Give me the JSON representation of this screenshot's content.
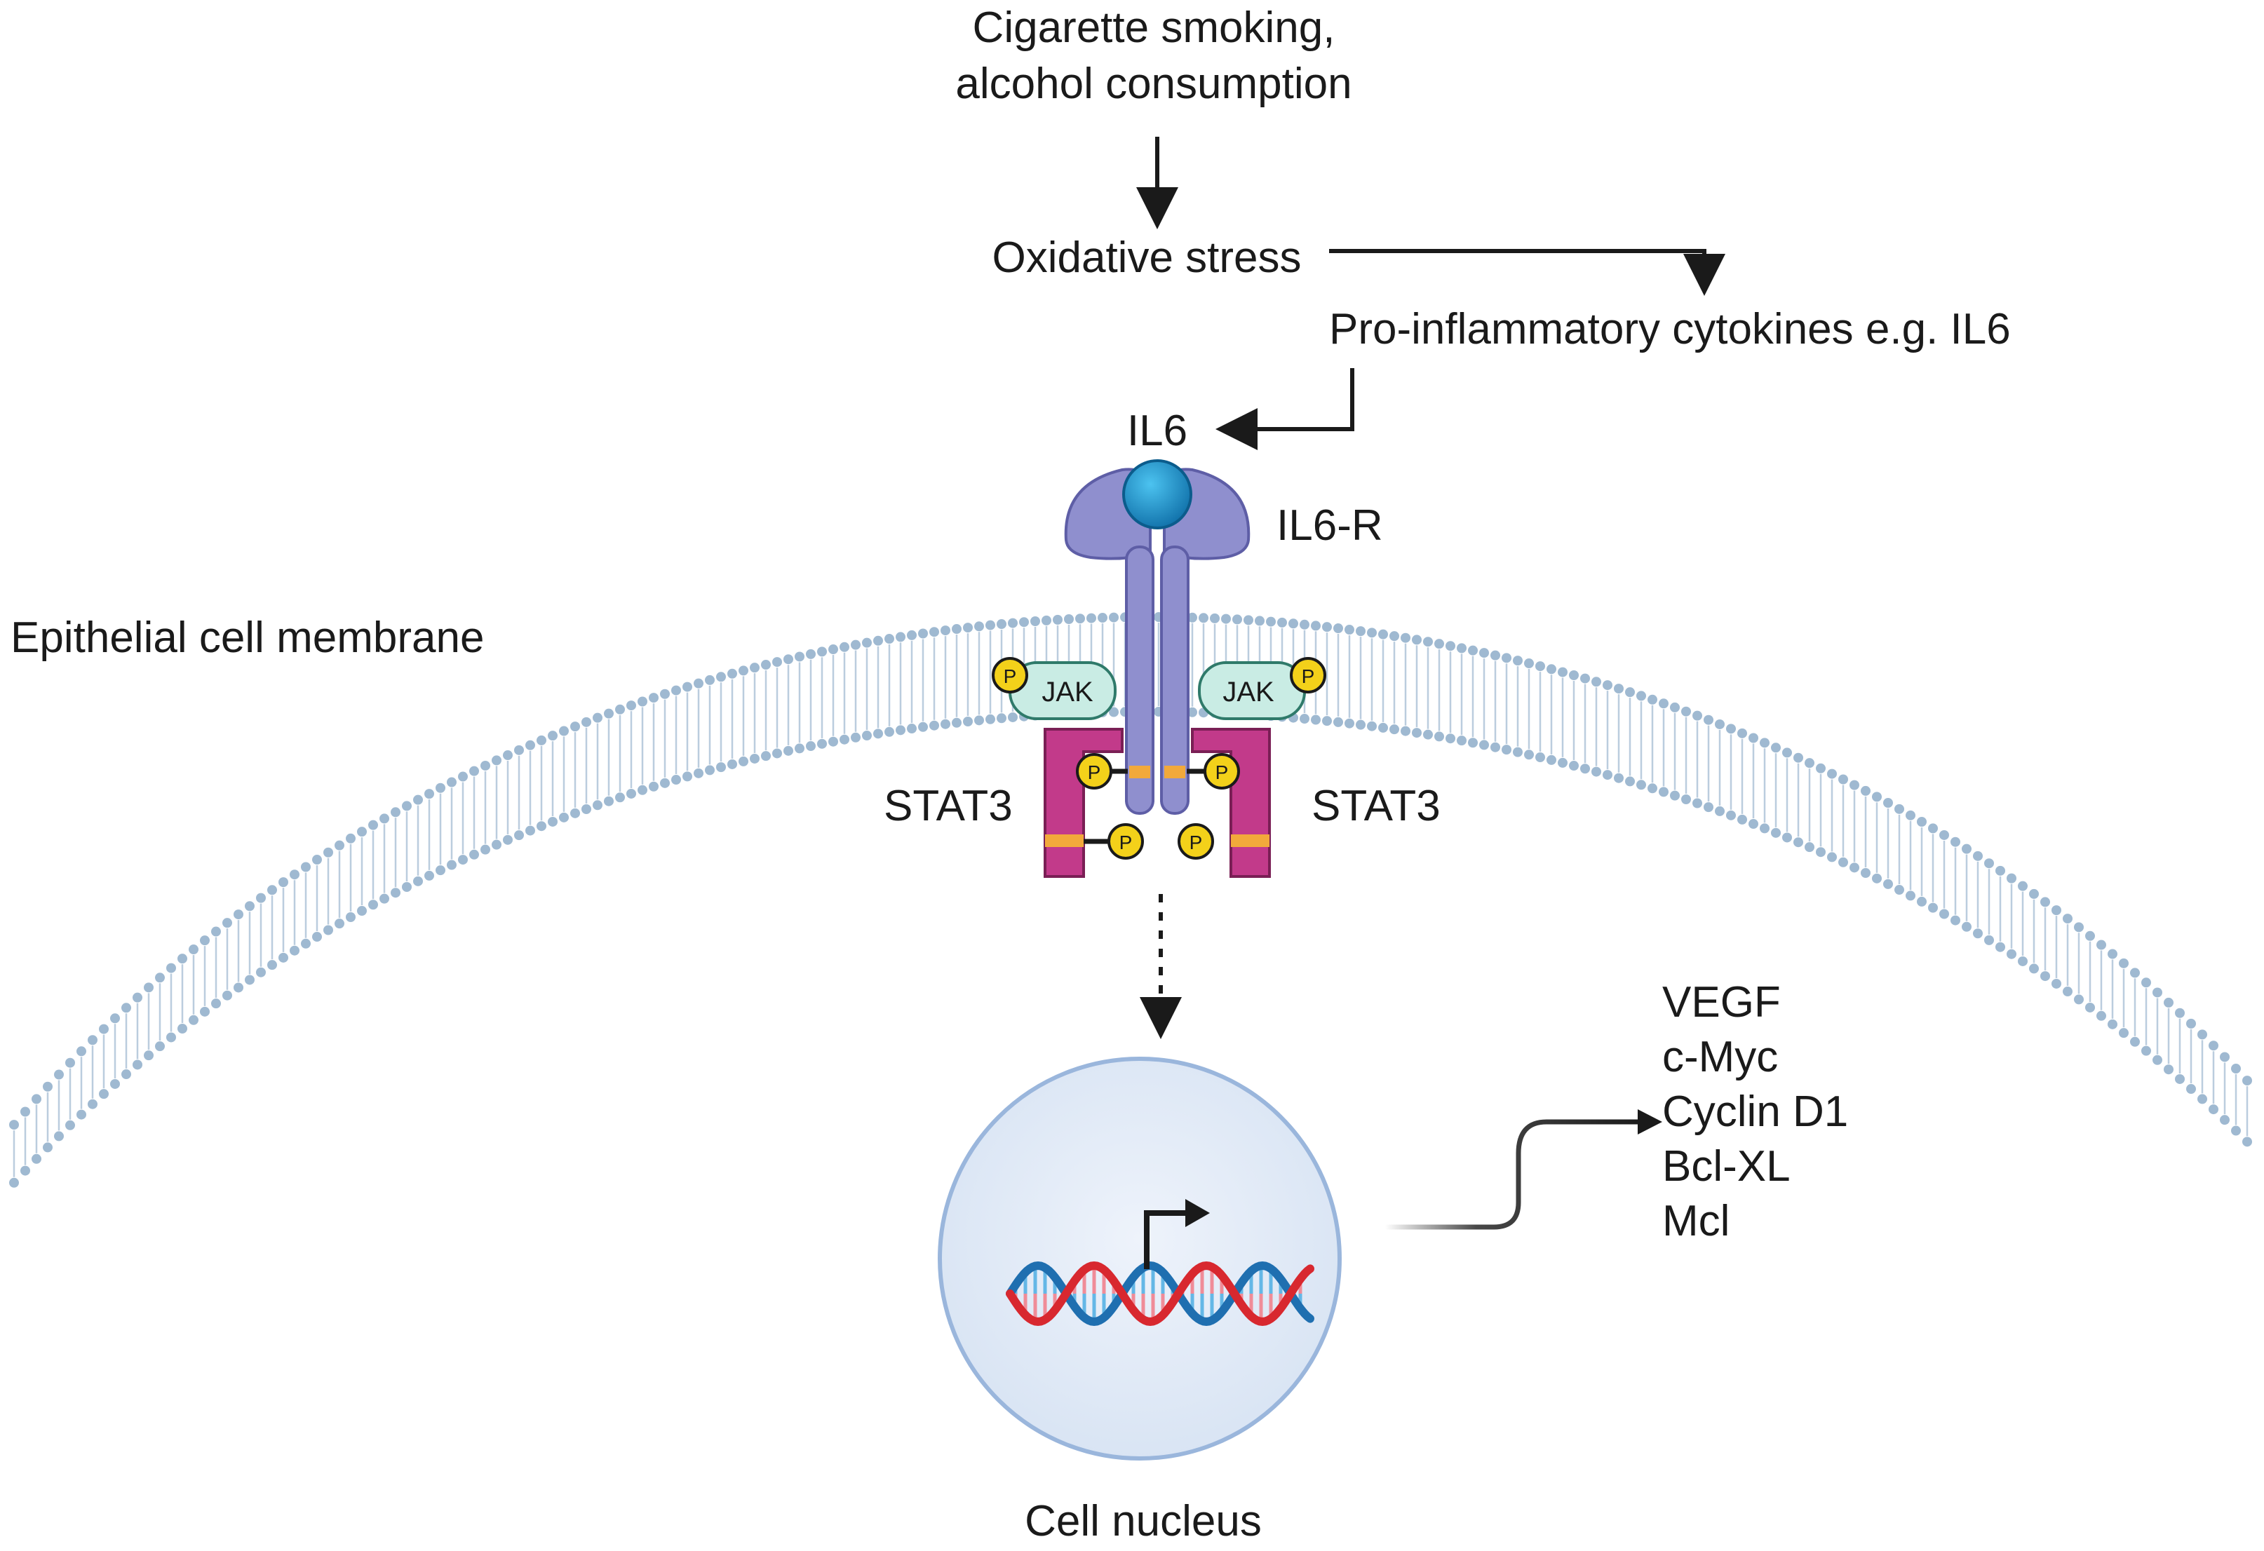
{
  "labels": {
    "trigger_line1": "Cigarette smoking,",
    "trigger_line2": "alcohol consumption",
    "oxidative_stress": "Oxidative stress",
    "cytokines": "Pro-inflammatory cytokines e.g. IL6",
    "il6": "IL6",
    "il6r": "IL6-R",
    "membrane": "Epithelial cell membrane",
    "jak_left": "JAK",
    "jak_right": "JAK",
    "stat3_left": "STAT3",
    "stat3_right": "STAT3",
    "nucleus": "Cell nucleus",
    "phospho": "P"
  },
  "target_genes": [
    "VEGF",
    "c-Myc",
    "Cyclin D1",
    "Bcl-XL",
    "Mcl"
  ],
  "colors": {
    "membrane": "#9fb9d1",
    "receptor": "#8f8fce",
    "receptor_dark": "#5e5ea6",
    "ligand": "#1a8fc9",
    "jak": "#c9ece4",
    "stat3": "#c23a8a",
    "stripe": "#f2a93b",
    "phospho": "#f3d11a",
    "nucleus_fill": "#dfe9f6",
    "nucleus_stroke": "#9ab6dc",
    "dna_red": "#d8282f",
    "dna_blue": "#1f6fb0",
    "arrow": "#1a1a1a"
  },
  "icons": [
    "phospho-icon",
    "dna-icon",
    "transcription-start-icon"
  ]
}
